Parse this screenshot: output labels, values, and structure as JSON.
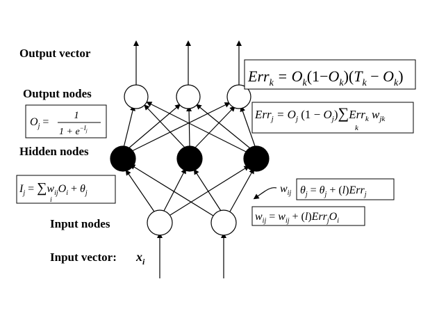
{
  "labels": {
    "output_vector": "Output vector",
    "output_nodes": "Output nodes",
    "hidden_nodes": "Hidden nodes",
    "input_nodes": "Input nodes",
    "input_vector": "Input vector:"
  },
  "input_vector_symbol": {
    "base": "x",
    "sub": "i"
  },
  "weight_symbol": {
    "base": "w",
    "sub": "ij"
  },
  "formulas": {
    "err_output": "Err_k = O_k(1-O_k)(T_k - O_k)",
    "err_hidden": "Err_j = O_j(1-O_j) Σ_k Err_k w_jk",
    "output_sigmoid": "O_j = 1 / (1 + e^(-I_j))",
    "net_input": "I_j = Σ_i w_ij O_i + θ_j",
    "bias_update": "θ_j = θ_j + (l) Err_j",
    "weight_update": "w_ij = w_ij + (l) Err_j O_i"
  },
  "colors": {
    "line": "#000000",
    "hidden_fill": "#000000",
    "node_fill": "#ffffff"
  }
}
